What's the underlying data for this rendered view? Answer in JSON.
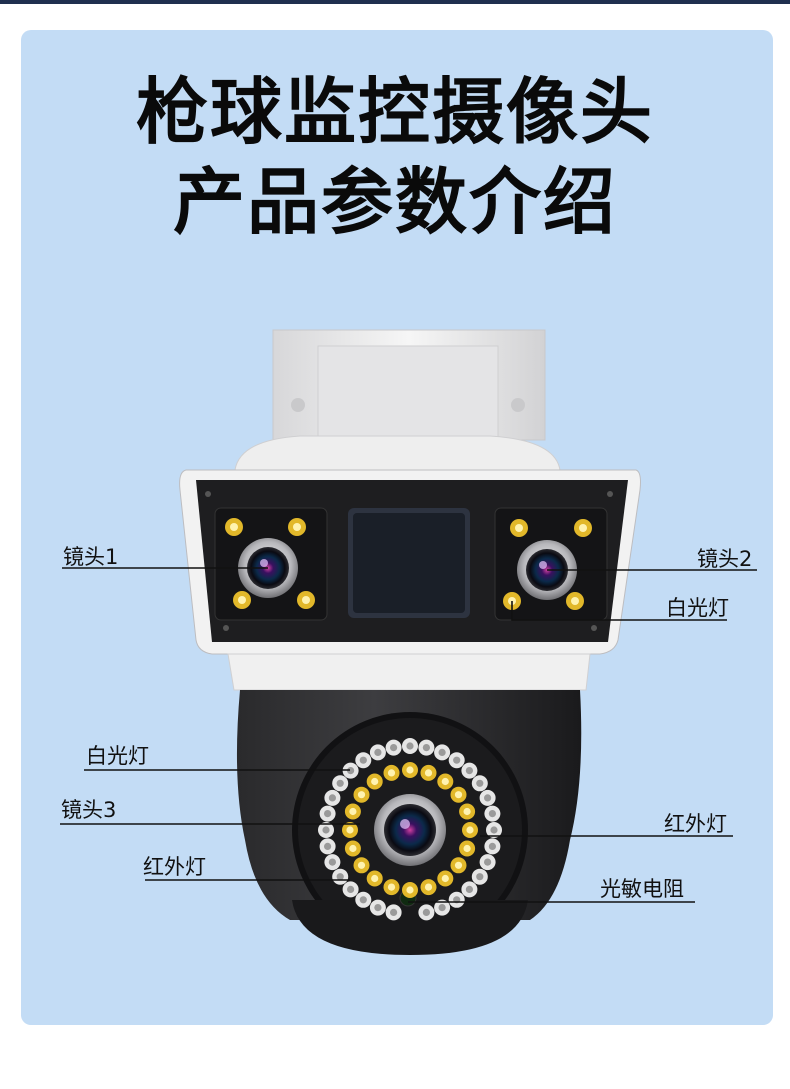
{
  "title_line1": "枪球监控摄像头",
  "title_line2": "产品参数介绍",
  "labels": {
    "lens1": "镜头1",
    "lens2": "镜头2",
    "white_light_top": "白光灯",
    "white_light_bottom": "白光灯",
    "lens3": "镜头3",
    "ir_light_left": "红外灯",
    "ir_light_right": "红外灯",
    "photoresistor": "光敏电阻"
  },
  "colors": {
    "panel": "#c3dcf5",
    "body_dark": "#1c1c1e",
    "white_housing": "#eeeeee",
    "white_led": "#e8b830",
    "ir_led": "#f0f0f0"
  }
}
